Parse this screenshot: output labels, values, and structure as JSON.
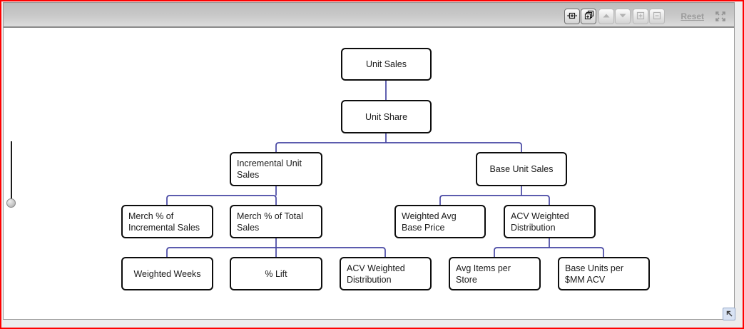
{
  "toolbar": {
    "buttons": [
      {
        "id": "fit-node",
        "icon": "expand-node-horizontal-icon",
        "enabled": true
      },
      {
        "id": "expand-all",
        "icon": "expand-all-levels-icon",
        "enabled": true
      },
      {
        "id": "collapse-up",
        "icon": "up-arrow-icon",
        "enabled": false
      },
      {
        "id": "expand-down",
        "icon": "down-arrow-icon",
        "enabled": false
      },
      {
        "id": "zoom-in",
        "icon": "plus-square-icon",
        "enabled": false
      },
      {
        "id": "zoom-out",
        "icon": "minus-square-icon",
        "enabled": false
      }
    ],
    "reset_label": "Reset",
    "fullscreen_icon": "expand-arrows-icon"
  },
  "diagram": {
    "nodes": [
      {
        "id": "unit-sales",
        "label": "Unit Sales"
      },
      {
        "id": "unit-share",
        "label": "Unit Share"
      },
      {
        "id": "incremental-unit-sales",
        "label": "Incremental Unit Sales"
      },
      {
        "id": "base-unit-sales",
        "label": "Base Unit Sales"
      },
      {
        "id": "merch-pct-of-incremental-sales",
        "label": "Merch % of Incremental Sales"
      },
      {
        "id": "merch-pct-of-total-sales",
        "label": "Merch % of Total Sales"
      },
      {
        "id": "weighted-avg-base-price",
        "label": "Weighted Avg Base Price"
      },
      {
        "id": "acv-weighted-distribution-base",
        "label": "ACV Weighted Distribution"
      },
      {
        "id": "weighted-weeks",
        "label": "Weighted Weeks"
      },
      {
        "id": "pct-lift",
        "label": "% Lift"
      },
      {
        "id": "acv-weighted-distribution-merch",
        "label": "ACV Weighted Distribution"
      },
      {
        "id": "avg-items-per-store",
        "label": "Avg Items per Store"
      },
      {
        "id": "base-units-per-mm-acv",
        "label": "Base Units per $MM ACV"
      }
    ],
    "tree": [
      {
        "parent": "unit-sales",
        "children": [
          "unit-share"
        ]
      },
      {
        "parent": "unit-share",
        "children": [
          "incremental-unit-sales",
          "base-unit-sales"
        ]
      },
      {
        "parent": "incremental-unit-sales",
        "children": [
          "merch-pct-of-incremental-sales",
          "merch-pct-of-total-sales"
        ]
      },
      {
        "parent": "base-unit-sales",
        "children": [
          "weighted-avg-base-price",
          "acv-weighted-distribution-base"
        ]
      },
      {
        "parent": "merch-pct-of-total-sales",
        "children": [
          "weighted-weeks",
          "pct-lift",
          "acv-weighted-distribution-merch"
        ]
      },
      {
        "parent": "acv-weighted-distribution-base",
        "children": [
          "avg-items-per-store",
          "base-units-per-mm-acv"
        ]
      }
    ],
    "colors": {
      "connector": "#4646a2",
      "node_border": "#0d0d0d",
      "node_fill": "#ffffff",
      "frame": "#ff0000"
    }
  }
}
